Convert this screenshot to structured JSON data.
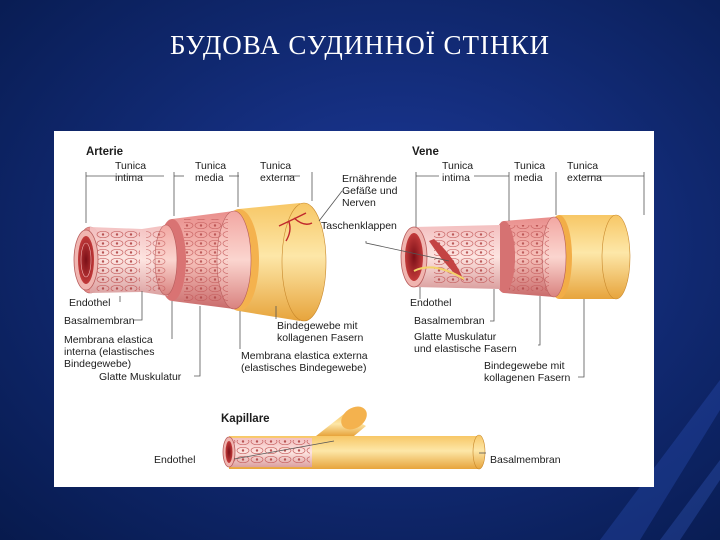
{
  "slide": {
    "title": "БУДОВА СУДИННОЇ СТІНКИ"
  },
  "diagram": {
    "artery": {
      "title": "Arterie",
      "layer_headers": {
        "intima": [
          "Tunica",
          "intima"
        ],
        "media": [
          "Tunica",
          "media"
        ],
        "externa": [
          "Tunica",
          "externa"
        ]
      },
      "side_label": [
        "Ernährende",
        "Gefäße und",
        "Nerven"
      ],
      "labels": {
        "endothel": "Endothel",
        "basalmembran": "Basalmembran",
        "elastica_interna": [
          "Membrana elastica",
          "interna (elastisches",
          "Bindegewebe)"
        ],
        "glatte_muskulatur": "Glatte Muskulatur",
        "bindegewebe": [
          "Bindegewebe mit",
          "kollagenen Fasern"
        ],
        "elastica_externa": [
          "Membrana elastica externa",
          "(elastisches Bindegewebe)"
        ]
      }
    },
    "vein": {
      "title": "Vene",
      "layer_headers": {
        "intima": [
          "Tunica",
          "intima"
        ],
        "media": [
          "Tunica",
          "media"
        ],
        "externa": [
          "Tunica",
          "externa"
        ]
      },
      "valves_label": "Taschenklappen",
      "labels": {
        "endothel": "Endothel",
        "basalmembran": "Basalmembran",
        "muskulatur": [
          "Glatte Muskulatur",
          "und elastische Fasern"
        ],
        "bindegewebe": [
          "Bindegewebe mit",
          "kollagenen Fasern"
        ]
      }
    },
    "capillary": {
      "title": "Kapillare",
      "labels": {
        "endothel": "Endothel",
        "basalmembran": "Basalmembran"
      }
    }
  }
}
